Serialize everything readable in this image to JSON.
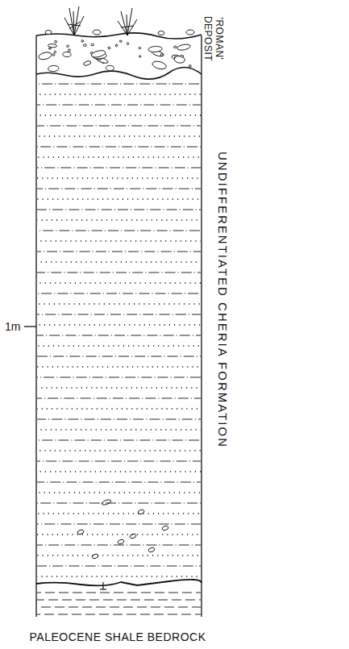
{
  "diagram": {
    "labels": [
      "'ROMAN' DEPOSIT",
      "UNDIFFERENTIATED CHERIA FORMATION",
      "1m",
      "PALEOCENE SHALE BEDROCK"
    ]
  }
}
